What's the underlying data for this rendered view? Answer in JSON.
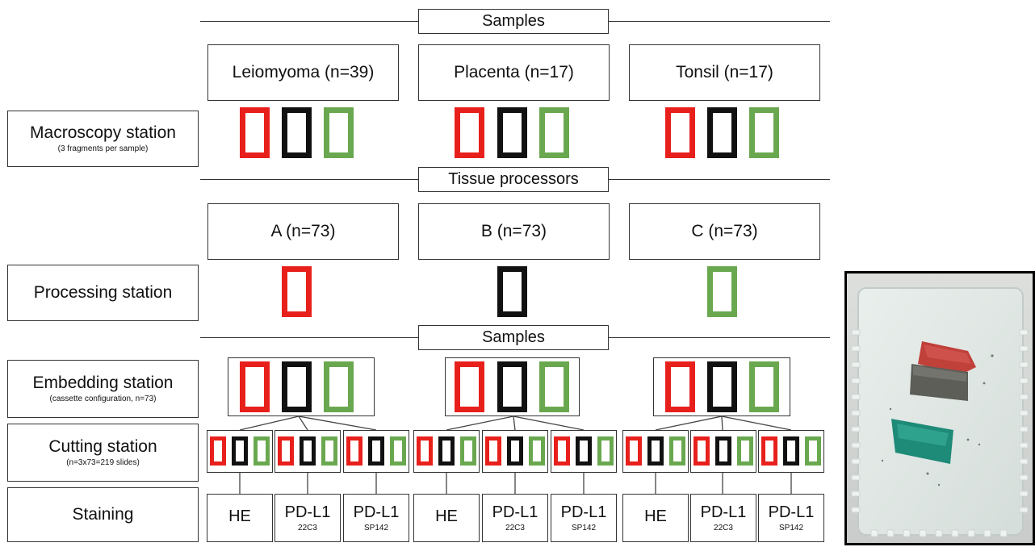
{
  "headers": {
    "samples_top": "Samples",
    "tissue_processors": "Tissue processors",
    "samples_mid": "Samples"
  },
  "sample_types": [
    {
      "label": "Leiomyoma (n=39)"
    },
    {
      "label": "Placenta (n=17)"
    },
    {
      "label": "Tonsil (n=17)"
    }
  ],
  "processors": [
    {
      "label": "A (n=73)"
    },
    {
      "label": "B (n=73)"
    },
    {
      "label": "C (n=73)"
    }
  ],
  "stations": {
    "macroscopy": {
      "label": "Macroscopy station",
      "sub": "(3 fragments per sample)"
    },
    "processing": {
      "label": "Processing station"
    },
    "embedding": {
      "label": "Embedding station",
      "sub": "(cassette configuration, n=73)"
    },
    "cutting": {
      "label": "Cutting station",
      "sub": "(n=3x73=219 slides)"
    },
    "staining": {
      "label": "Staining"
    }
  },
  "stains": [
    {
      "main": "HE",
      "sub": ""
    },
    {
      "main": "PD-L1",
      "sub": "22C3"
    },
    {
      "main": "PD-L1",
      "sub": "SP142"
    },
    {
      "main": "HE",
      "sub": ""
    },
    {
      "main": "PD-L1",
      "sub": "22C3"
    },
    {
      "main": "PD-L1",
      "sub": "SP142"
    },
    {
      "main": "HE",
      "sub": ""
    },
    {
      "main": "PD-L1",
      "sub": "22C3"
    },
    {
      "main": "PD-L1",
      "sub": "SP142"
    }
  ],
  "colors": {
    "red": "#e8201c",
    "black": "#111111",
    "green": "#6aa84f"
  },
  "photo": {
    "subject": "tissue-cassette-photo"
  }
}
